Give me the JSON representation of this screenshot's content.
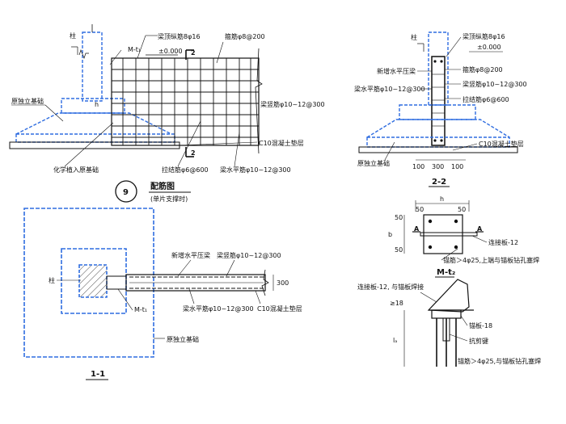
{
  "colors": {
    "outline": "#2f6de0",
    "ink": "#111111",
    "background": "#ffffff"
  },
  "elevation": {
    "zhu": "柱",
    "m_t1": "M-t₁",
    "liang_ding_zong_jin": "梁顶纵筋8φ16",
    "gu_jin": "箍筋φ8@200",
    "level": "±0.000",
    "section_2_top": "2",
    "section_2_bottom": "2",
    "yuan_du_li_ji_chu": "原独立基础",
    "liang_shu_jin": "梁竖筋φ10~12@300",
    "c10_dian_ceng": "C10混凝土垫层",
    "hua_xue_zhi_ru": "化学植入原基础",
    "la_jie_jin": "拉结筋φ6@600",
    "liang_shui_ping_jin": "梁水平筋φ10~12@300",
    "h": "h"
  },
  "title_block": {
    "number": "9",
    "title": "配筋图",
    "subtitle": "(单片支撑时)"
  },
  "section_2_2": {
    "zhu": "柱",
    "liang_ding_zong_jin": "梁顶纵筋8φ16",
    "level": "±0.000",
    "xin_zeng": "新增水平压梁",
    "gu_jin": "箍筋φ8@200",
    "liang_shui_ping_jin": "梁水平筋φ10~12@300",
    "liang_shu_jin": "梁竖筋φ10~12@300",
    "la_jie_jin": "拉结筋φ6@600",
    "c10": "C10混凝土垫层",
    "yuan_du_li_ji_chu": "原独立基础",
    "dim_left": "100",
    "dim_mid": "300",
    "dim_right": "100",
    "label": "2-2"
  },
  "section_1_1": {
    "zhu": "柱",
    "m_t1": "M-t₁",
    "xin_zeng": "新增水平压梁",
    "liang_shu_jin": "梁竖筋φ10~12@300",
    "liang_shui_ping_jin": "梁水平筋φ10~12@300",
    "c10": "C10混凝土垫层",
    "dim_300": "300",
    "yuan_du_li_ji_chu": "原独立基础",
    "label": "1-1"
  },
  "plate_detail": {
    "dim_b": "b",
    "dim_h": "h",
    "dim_50_l": "50",
    "dim_50_r": "50",
    "dim_50_t": "50",
    "dim_50_b": "50",
    "sec_a_l": "A",
    "sec_a_r": "A",
    "lian_jie_ban": "连接板-12",
    "mao_jin": "锚筋＞4φ25,上端与锚板钻孔塞焊",
    "m_t2": "M-t₂"
  },
  "anchor_detail": {
    "lian_jie_ban": "连接板-12, 与锚板焊接",
    "ge_18": "≥18",
    "la": "lₐ",
    "mao_ban": "锚板-18",
    "kang_jian_jian": "抗剪键",
    "mao_jin": "锚筋＞4φ25,与锚板钻孔塞焊"
  }
}
